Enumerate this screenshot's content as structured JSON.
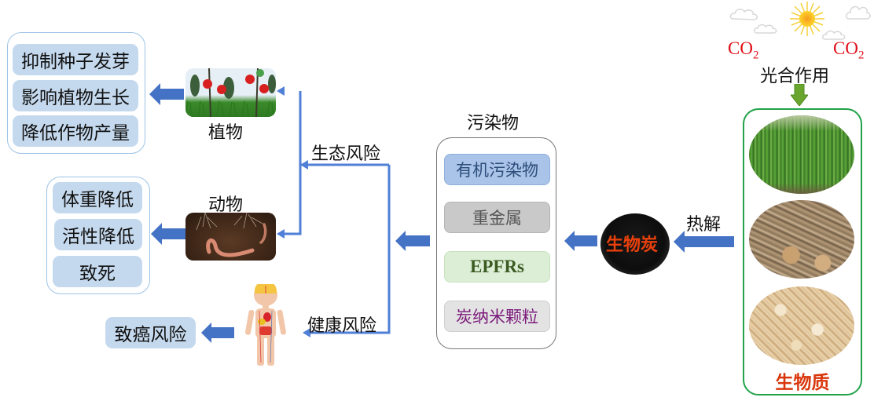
{
  "colors": {
    "arrow_blue": "#4472c4",
    "line_blue": "#4f7fd6",
    "effect_fill": "#c5d9ee",
    "group_border": "#9dc3e6",
    "biomass_border": "#22a24a",
    "biochar_text": "#e8400c",
    "biomass_text": "#d9360b",
    "co2_text": "#e0101a",
    "green_arrow": "#6aa52e"
  },
  "plant_effects": [
    "抑制种子发芽",
    "影响植物生长",
    "降低作物产量"
  ],
  "animal_effects": [
    "体重降低",
    "活性降低",
    "致死"
  ],
  "human_effects": [
    "致癌风险"
  ],
  "receptors": {
    "plant": {
      "label": "植物",
      "icon": "tomato-plant-image"
    },
    "animal": {
      "label": "动物",
      "icon": "earthworm-soil-image"
    },
    "human": {
      "icon": "human-anatomy-image"
    }
  },
  "risks": {
    "ecological": "生态风险",
    "health": "健康风险"
  },
  "pollutants": {
    "title": "污染物",
    "items": [
      {
        "label": "有机污染物",
        "fill": "#a9c4e8",
        "text_color": "#2e4d7a"
      },
      {
        "label": "重金属",
        "fill": "#c9c9c9",
        "text_color": "#555555"
      },
      {
        "label": "EPFRs",
        "fill": "#dcefd6",
        "text_color": "#3b5a23"
      },
      {
        "label": "炭纳米颗粒",
        "fill": "#e3e3e3",
        "text_color": "#7a1a7a"
      }
    ]
  },
  "biochar": {
    "label": "生物炭",
    "icon": "biochar-pile-image"
  },
  "pyrolysis": {
    "label": "热解"
  },
  "photosynthesis": {
    "label": "光合作用",
    "co2_left": "CO",
    "co2_left_sub": "2",
    "co2_right": "CO",
    "co2_right_sub": "2"
  },
  "biomass": {
    "label": "生物质",
    "images": [
      "corn-field-image",
      "wood-logs-image",
      "sawdust-image"
    ]
  }
}
